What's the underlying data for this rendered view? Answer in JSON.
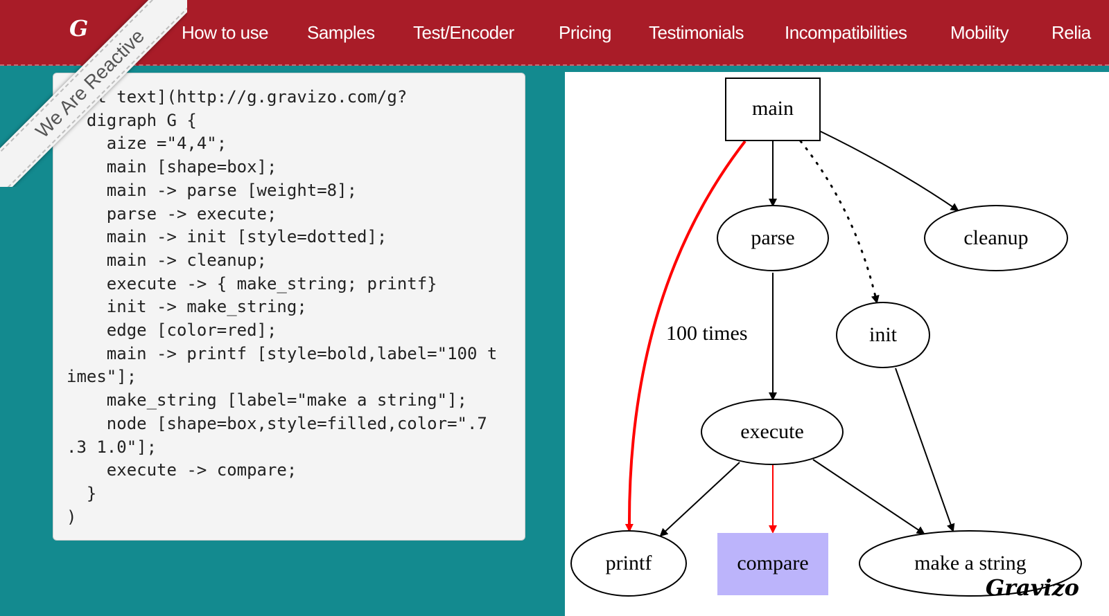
{
  "navbar": {
    "brand": "G",
    "links": [
      {
        "label": "How to use"
      },
      {
        "label": "Samples"
      },
      {
        "label": "Test/Encoder"
      },
      {
        "label": "Pricing"
      },
      {
        "label": "Testimonials"
      },
      {
        "label": "Incompatibilities"
      },
      {
        "label": "Mobility"
      },
      {
        "label": "Relia"
      }
    ],
    "colors": {
      "background": "#a91c28",
      "text": "#ffffff"
    }
  },
  "ribbon": {
    "text": "We Are Reactive"
  },
  "page": {
    "background": "#138a8f"
  },
  "code": {
    "text": "[Alt text](http://g.gravizo.com/g?\n  digraph G {\n    aize =\"4,4\";\n    main [shape=box];\n    main -> parse [weight=8];\n    parse -> execute;\n    main -> init [style=dotted];\n    main -> cleanup;\n    execute -> { make_string; printf}\n    init -> make_string;\n    edge [color=red];\n    main -> printf [style=bold,label=\"100 t\nimes\"];\n    make_string [label=\"make a string\"];\n    node [shape=box,style=filled,color=\".7\n.3 1.0\"];\n    execute -> compare;\n  }\n)"
  },
  "graph": {
    "nodes": {
      "main": "main",
      "parse": "parse",
      "cleanup": "cleanup",
      "init": "init",
      "execute": "execute",
      "printf": "printf",
      "compare": "compare",
      "make_string": "make a string"
    },
    "edge_label": "100 times",
    "colors": {
      "compare_fill": "#bcb4fb",
      "red_edge": "#ff0000"
    },
    "watermark": "Gravizo"
  }
}
